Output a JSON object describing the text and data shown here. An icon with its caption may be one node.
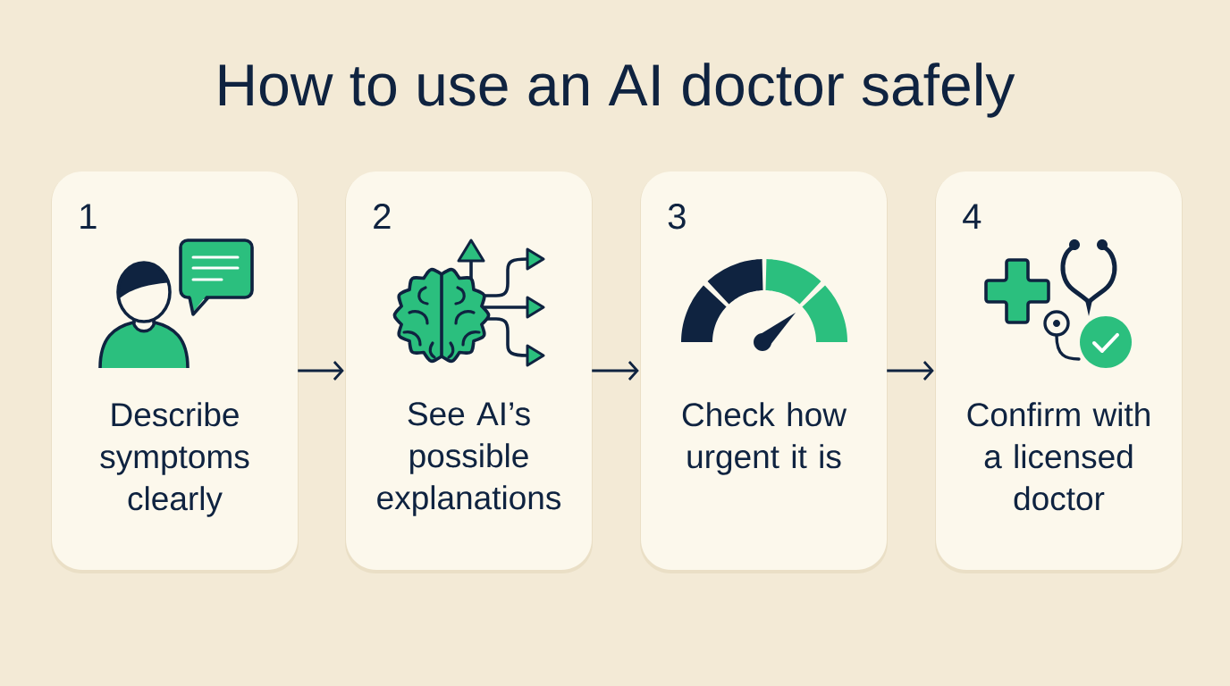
{
  "diagram": {
    "title": "How to use an AI doctor safely",
    "nodes": [
      {
        "text": [
          "1",
          "Describe symptoms clearly"
        ]
      },
      {
        "text": [
          "2",
          "See AI’s possible explanations"
        ]
      },
      {
        "text": [
          "3",
          "Check how urgent it is"
        ]
      },
      {
        "text": [
          "4",
          "Confirm with a licensed doctor"
        ]
      }
    ],
    "edges": [
      {
        "from": 0,
        "to": 1,
        "arrow": "to"
      },
      {
        "from": 1,
        "to": 2,
        "arrow": "to"
      },
      {
        "from": 2,
        "to": 3,
        "arrow": "to"
      }
    ]
  }
}
